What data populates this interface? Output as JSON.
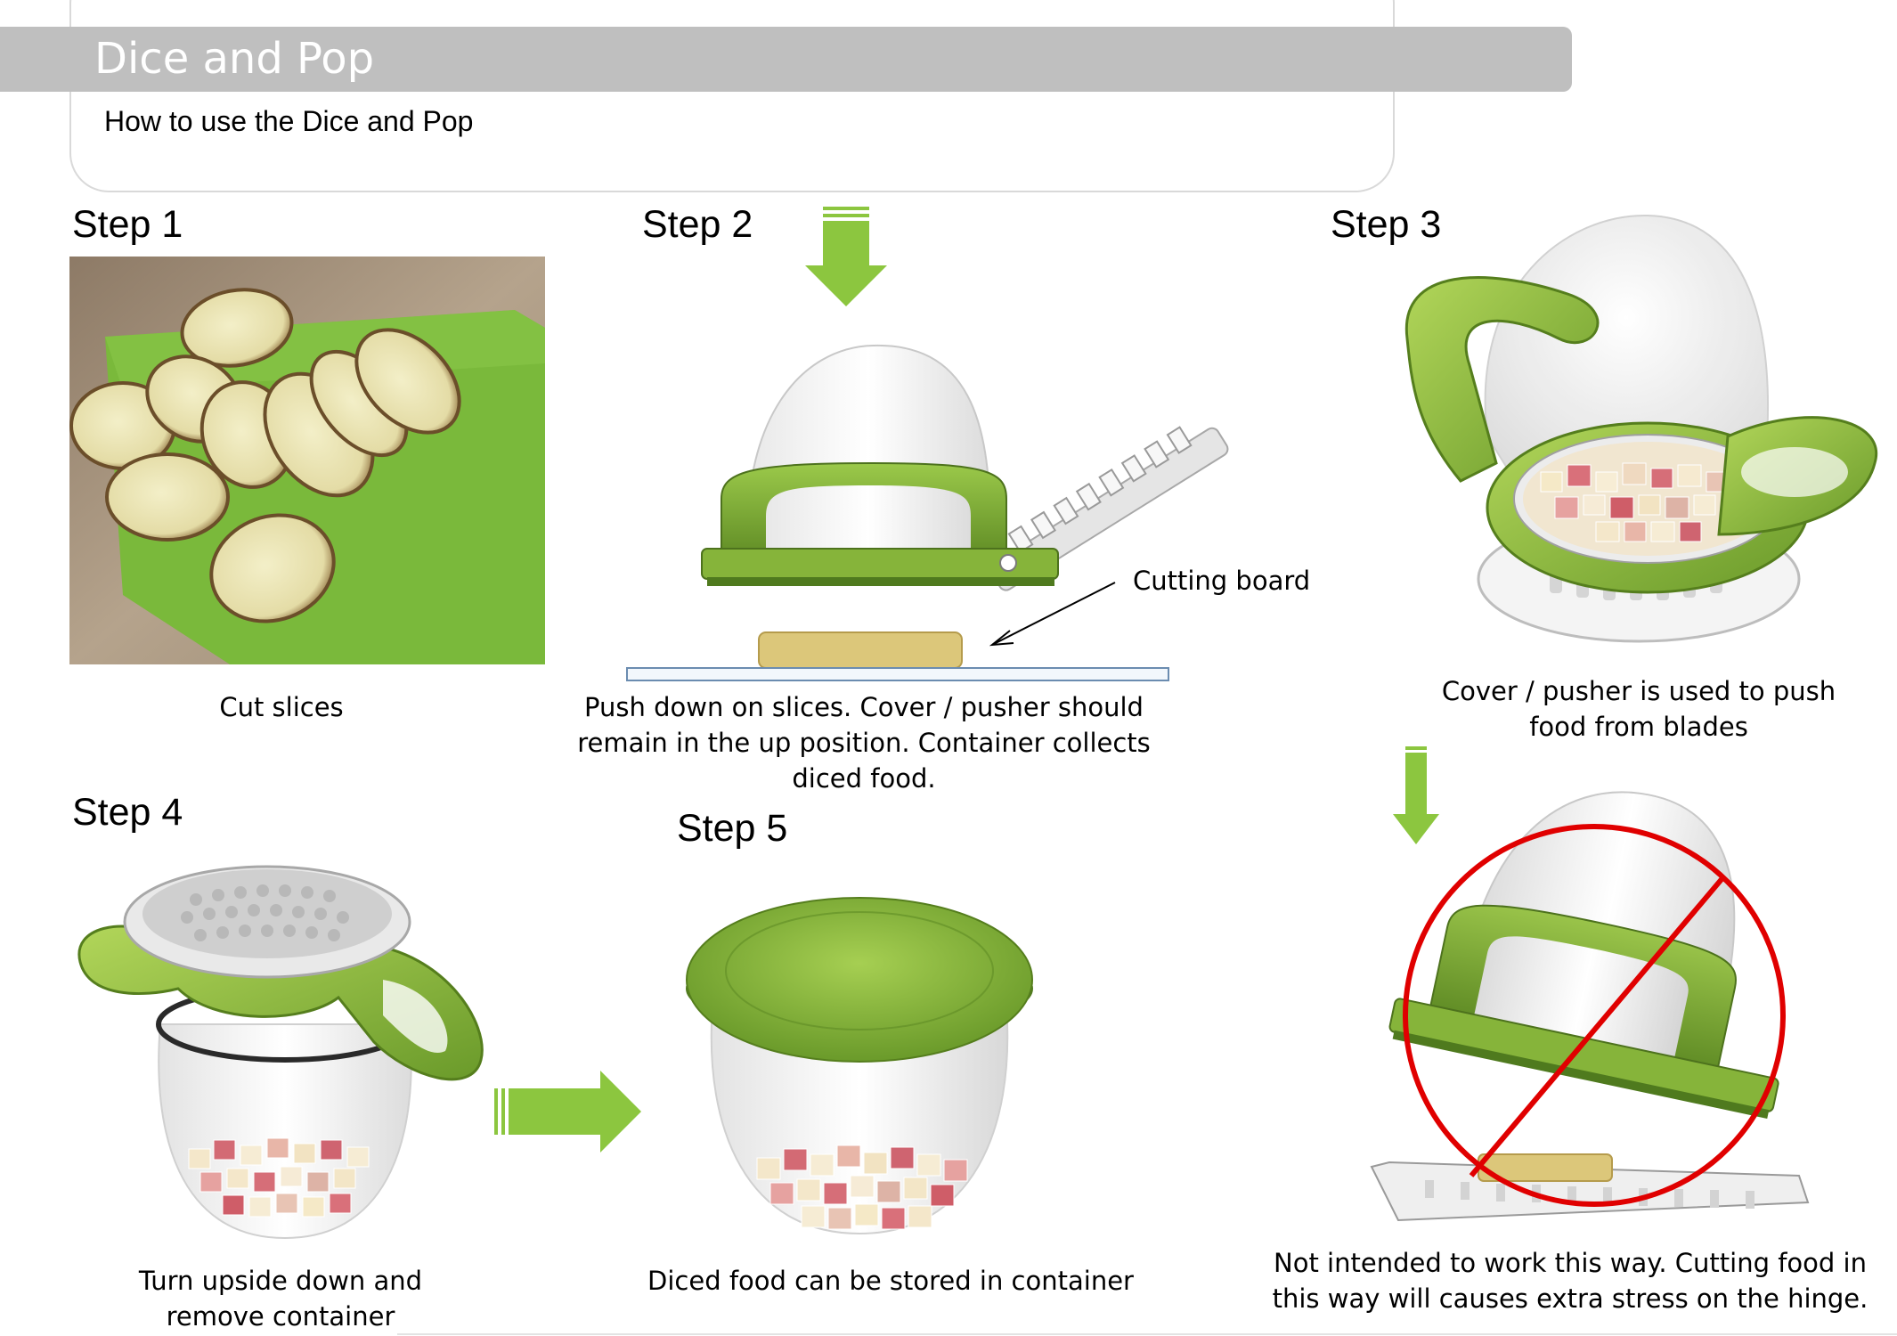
{
  "header": {
    "title": "Dice and Pop",
    "subtitle": "How to use the Dice and Pop"
  },
  "steps": [
    {
      "label": "Step 1",
      "caption": "Cut slices"
    },
    {
      "label": "Step 2",
      "caption_lines": [
        "Push down on slices. Cover / pusher should",
        "remain in the up position. Container collects",
        "diced food."
      ],
      "callout": "Cutting board"
    },
    {
      "label": "Step 3",
      "caption_lines": [
        "Cover / pusher is used to push",
        "food from blades"
      ]
    },
    {
      "label": "Step 4",
      "caption_lines": [
        "Turn upside down and",
        "remove container"
      ]
    },
    {
      "label": "Step 5",
      "caption": "Diced food can be stored in container"
    }
  ],
  "warning": {
    "caption_lines": [
      "Not intended to work this way. Cutting food in",
      "this way will causes extra stress on the hinge."
    ],
    "icon": "prohibited-icon"
  },
  "colors": {
    "title_bar": "#bfbfbf",
    "accent_green": "#7cb342",
    "arrow_green": "#8cc63f",
    "prohibit_red": "#e00000"
  }
}
